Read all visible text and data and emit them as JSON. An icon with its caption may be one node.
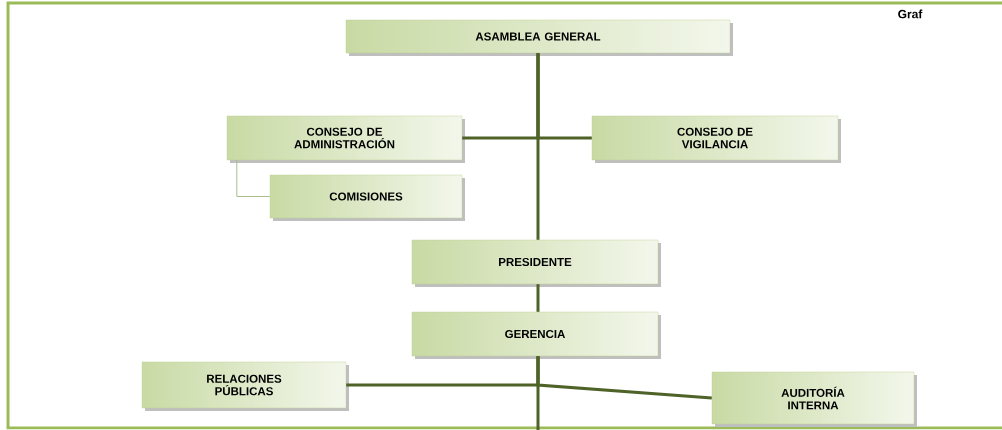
{
  "diagram": {
    "nodes": [
      {
        "text": [
          "ASAMBLEA GENERAL"
        ]
      },
      {
        "text": [
          "CONSEJO DE ADMINISTRACIÓN"
        ]
      },
      {
        "text": [
          "CONSEJO DE VIGILANCIA"
        ]
      },
      {
        "text": [
          "COMISIONES"
        ]
      },
      {
        "text": [
          "PRESIDENTE"
        ]
      },
      {
        "text": [
          "GERENCIA"
        ]
      },
      {
        "text": [
          "RELACIONES PÚBLICAS"
        ]
      },
      {
        "text": [
          "AUDITORÍA INTERNA"
        ]
      }
    ],
    "edges": [
      {
        "from": 0,
        "to": 1,
        "arrow": "none"
      },
      {
        "from": 0,
        "to": 2,
        "arrow": "none"
      },
      {
        "from": 1,
        "to": 3,
        "arrow": "none",
        "color": "#a9bd8a"
      },
      {
        "from": 0,
        "to": 4,
        "arrow": "none"
      },
      {
        "from": 4,
        "to": 5,
        "arrow": "none"
      },
      {
        "from": 5,
        "to": 6,
        "arrow": "none"
      },
      {
        "from": 5,
        "to": 7,
        "arrow": "none"
      },
      {
        "from": 5,
        "to": null,
        "arrow": "none"
      }
    ],
    "labels": [
      "Graf"
    ]
  }
}
